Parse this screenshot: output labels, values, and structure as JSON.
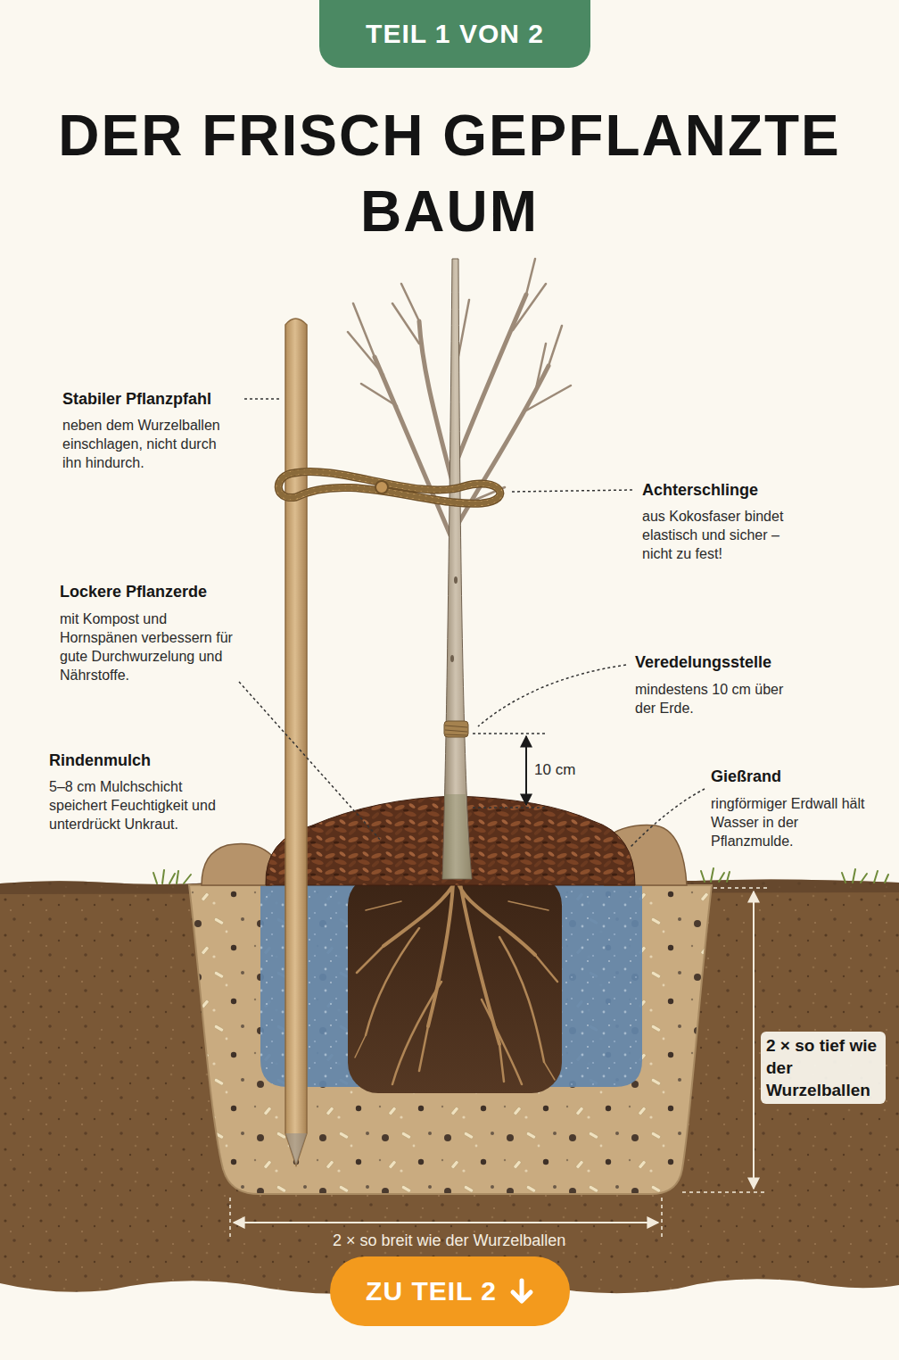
{
  "diagram": {
    "title": "DER FRISCH GEPFLANZTE BAUM",
    "nodes": [
      {
        "text": [
          "TEIL 1 VON 2"
        ]
      },
      {
        "text": [
          "ZU TEIL 2"
        ]
      }
    ],
    "labels": [
      "Stabiler Pflanzpfahl",
      "neben dem Wurzelballen einschlagen, nicht durch ihn hindurch.",
      "Achterschlinge",
      "aus Kokosfaser bindet elastisch und sicher – nicht zu fest!",
      "Lockere Pflanzerde",
      "mit Kompost und Hornspänen verbessern für gute Durchwurzelung und Nährstoffe.",
      "Veredelungsstelle",
      "mindestens 10 cm über der Erde.",
      "Rindenmulch",
      "5–8 cm Mulchschicht speichert Feuchtigkeit und unterdrückt Unkraut.",
      "Gießrand",
      "ringförmiger Erdwall hält Wasser in der Pflanzmulde.",
      "10 cm",
      "2 × so tief wie der Wurzelballen",
      "2 × so breit wie der Wurzelballen"
    ]
  }
}
